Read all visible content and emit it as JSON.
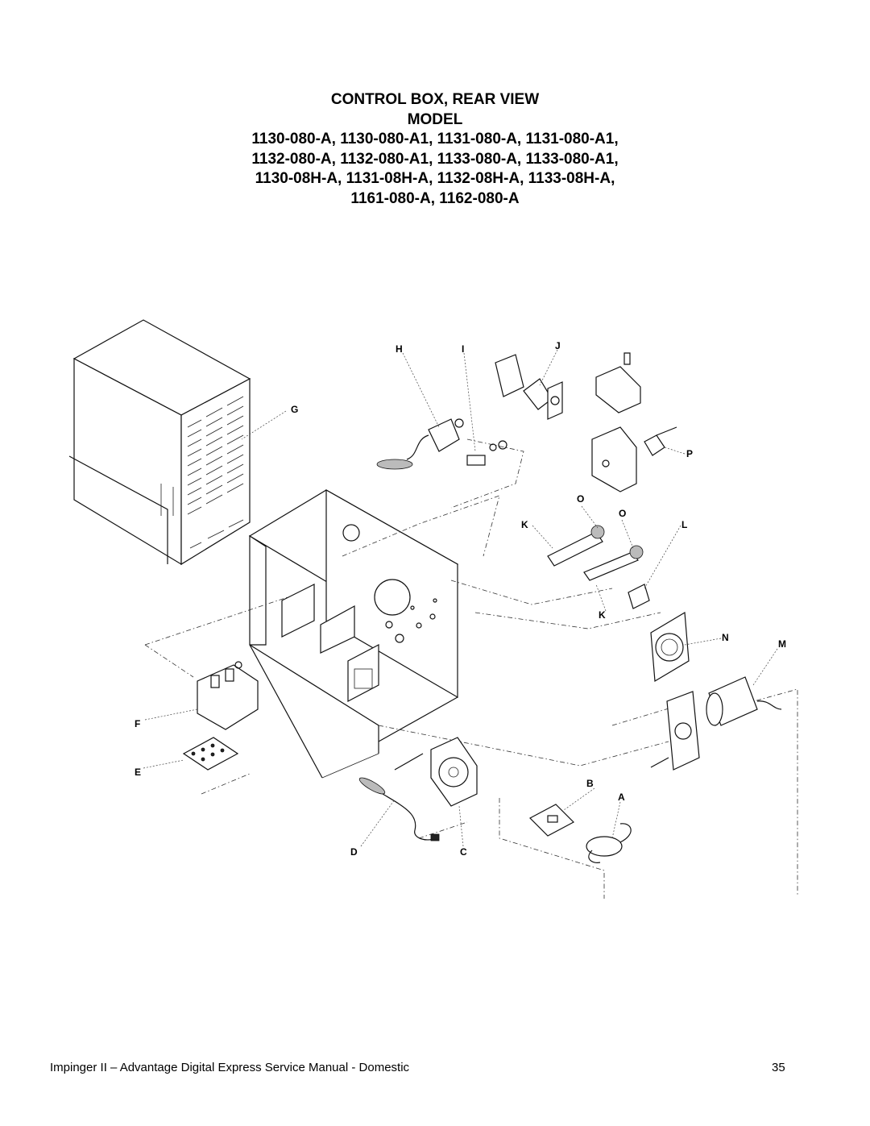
{
  "title": {
    "line1": "CONTROL BOX, REAR VIEW",
    "line2": "MODEL",
    "line3": "1130-080-A, 1130-080-A1, 1131-080-A, 1131-080-A1,",
    "line4": "1132-080-A, 1132-080-A1, 1133-080-A, 1133-080-A1,",
    "line5": "1130-08H-A, 1131-08H-A, 1132-08H-A, 1133-08H-A,",
    "line6": "1161-080-A, 1162-080-A"
  },
  "callouts": {
    "A": "A",
    "B": "B",
    "C": "C",
    "D": "D",
    "E": "E",
    "F": "F",
    "G": "G",
    "H": "H",
    "I": "I",
    "J": "J",
    "K1": "K",
    "K2": "K",
    "L": "L",
    "M": "M",
    "N": "N",
    "O1": "O",
    "O2": "O",
    "P": "P"
  },
  "footer": {
    "manual_title": "Impinger II – Advantage Digital Express Service Manual - Domestic",
    "page_number": "35"
  }
}
